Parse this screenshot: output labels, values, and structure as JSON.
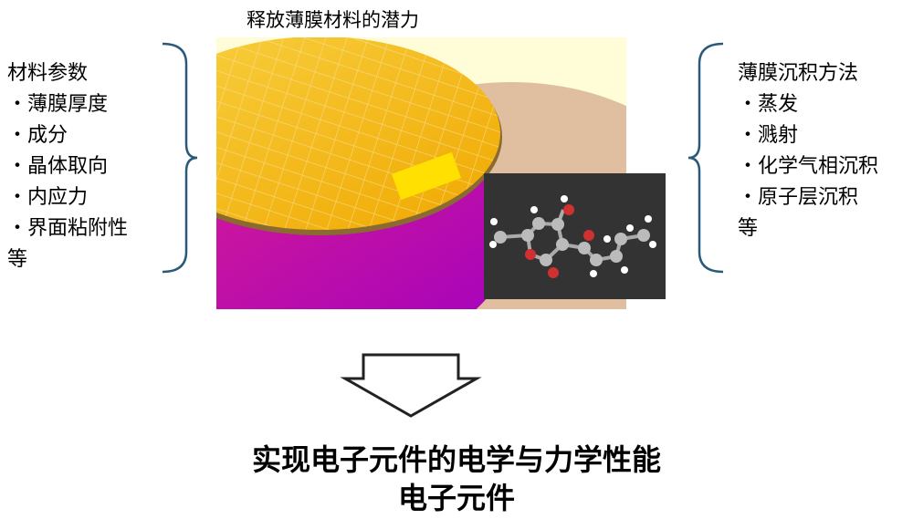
{
  "title": "释放薄膜材料的潜力",
  "left_panel": {
    "heading": "材料参数",
    "items": [
      "・薄膜厚度",
      "・成分",
      "・晶体取向",
      "・内应力",
      "・界面粘附性"
    ],
    "footer": "等"
  },
  "right_panel": {
    "heading": "薄膜沉积方法",
    "items": [
      "・蒸发",
      "・溅射",
      "・化学气相沉积",
      "・原子层沉积"
    ],
    "footer": "等"
  },
  "conclusion": {
    "line1": "实现电子元件的电学与力学性能",
    "line2": "电子元件"
  },
  "colors": {
    "brace": "#2a5a7a",
    "wafer": "#f5b800",
    "substrate": "#c010a8",
    "inset_bg": "#333333"
  }
}
